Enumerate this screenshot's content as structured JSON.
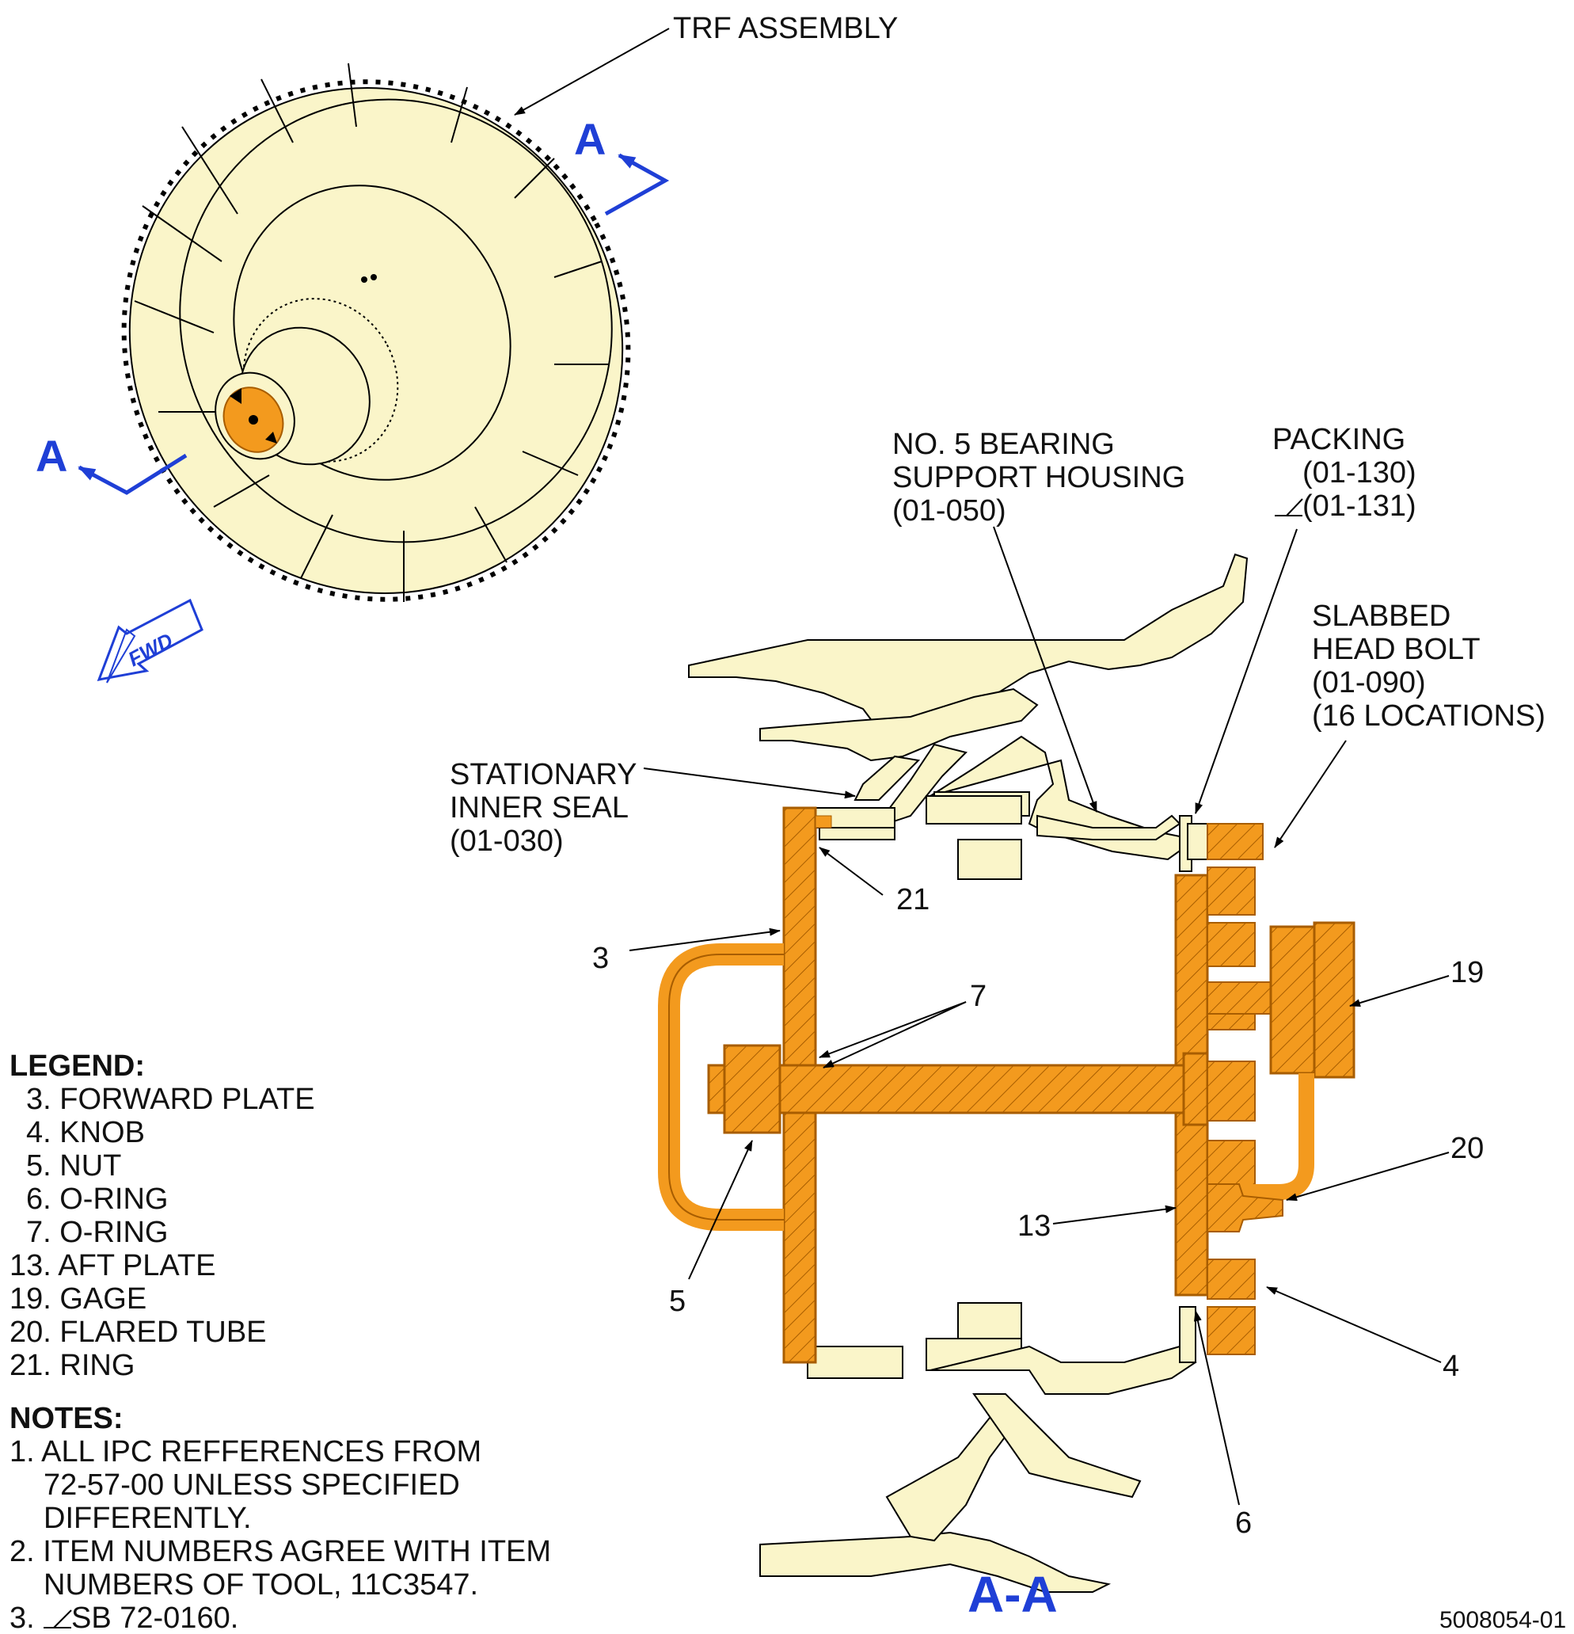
{
  "callouts": {
    "trf_assembly": "TRF ASSEMBLY",
    "bearing_1": "NO. 5 BEARING",
    "bearing_2": "SUPPORT HOUSING",
    "bearing_3": "(01-050)",
    "packing_1": "PACKING",
    "packing_2": "(01-130)",
    "packing_3": "(01-131)",
    "slabbed_1": "SLABBED",
    "slabbed_2": "HEAD BOLT",
    "slabbed_3": "(01-090)",
    "slabbed_4": "(16 LOCATIONS)",
    "seal_1": "STATIONARY",
    "seal_2": "INNER SEAL",
    "seal_3": "(01-030)"
  },
  "item_numbers": {
    "n21": "21",
    "n3": "3",
    "n7": "7",
    "n19": "19",
    "n20": "20",
    "n13": "13",
    "n5": "5",
    "n4": "4",
    "n6": "6"
  },
  "section_markers": {
    "upper": "A",
    "lower": "A",
    "view_title": "A-A"
  },
  "fwd_arrow": {
    "label": "FWD",
    "icon": "fwd-arrow-icon"
  },
  "legend": {
    "title": "LEGEND:",
    "items": [
      "3. FORWARD PLATE",
      "4. KNOB",
      "5. NUT",
      "6. O-RING",
      "7. O-RING",
      "13. AFT PLATE",
      "19. GAGE",
      "20. FLARED TUBE",
      "21. RING"
    ]
  },
  "notes": {
    "title": "NOTES:",
    "lines": [
      "1. ALL IPC REFFERENCES FROM",
      "72-57-00 UNLESS SPECIFIED",
      "DIFFERENTLY.",
      "2. ITEM NUMBERS AGREE WITH ITEM",
      "NUMBERS OF TOOL, 11C3547.",
      "3.",
      "SB 72-0160."
    ]
  },
  "document_number": "5008054-01",
  "colors": {
    "section_blue": "#1f3fd6",
    "tool_orange": "#f39a1e",
    "part_cream": "#faf5c9",
    "line_black": "#000000"
  }
}
